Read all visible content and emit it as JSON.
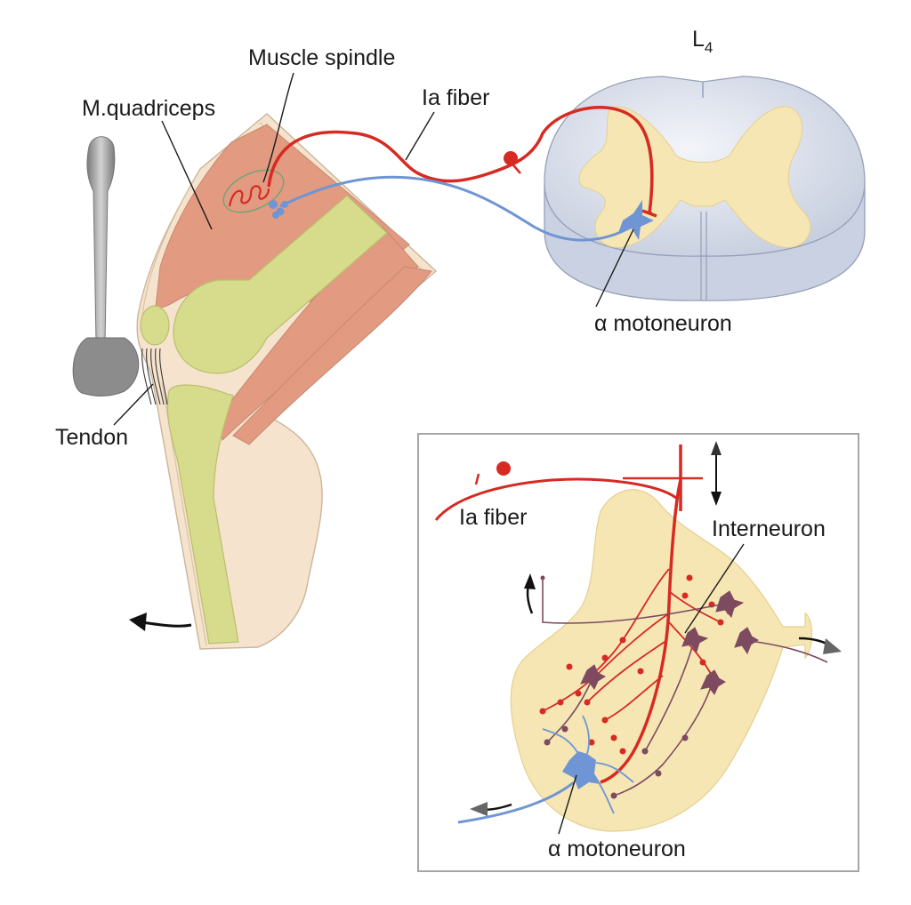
{
  "labels": {
    "muscle_spindle": "Muscle spindle",
    "m_quadriceps": "M.quadriceps",
    "ia_fiber_top": "Ia fiber",
    "segment": "L",
    "segment_sub": "4",
    "alpha_motoneuron_top": "α motoneuron",
    "tendon": "Tendon",
    "ia_fiber_inset": "Ia fiber",
    "interneuron": "Interneuron",
    "alpha_motoneuron_inset": "α motoneuron"
  },
  "colors": {
    "ia_fiber": "#d62a22",
    "motor_fiber": "#6f95d4",
    "interneuron": "#7d4a60",
    "muscle": "#e29a80",
    "bone": "#d6dc8c",
    "skin": "#f6e3cd",
    "gray_matter": "#f6e6b4",
    "spinal_cord": "#d9dee8",
    "hammer": "#8c8c8c",
    "inset_border": "#a6a6a6"
  }
}
